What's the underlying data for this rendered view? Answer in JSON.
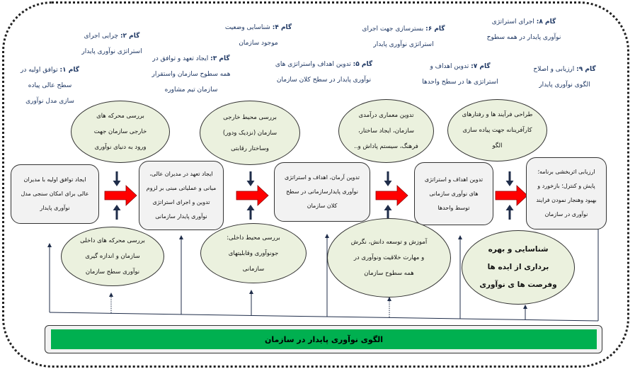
{
  "steps": [
    {
      "label": "گام ۱:",
      "text": " توافق اولیه در\nسطح عالی پیاده\nسازی مدل نوآوری"
    },
    {
      "label": "گام ۲:",
      "text": " چرایی اجرای\nاستراتژی نوآوری پایدار"
    },
    {
      "label": "گام ۳:",
      "text": " ایجاد تعهد و توافق در\nهمه سطوح سازمان واستقرار\nسازمان تیم مشاوره"
    },
    {
      "label": "گام ۴:",
      "text": " شناسایی وضعیت\nموجود سازمان"
    },
    {
      "label": "گام ۵:",
      "text": " تدوین اهداف واستراتژی های\nنوآوری پایدار در سطح کلان سازمان"
    },
    {
      "label": "گام ۶:",
      "text": " بسترسازی جهت اجرای\nاستراتژی نوآوری پایدار"
    },
    {
      "label": "گام ۷:",
      "text": " تدوین اهداف و\nاستراتژی ها در سطح واحدها"
    },
    {
      "label": "گام ۸:",
      "text": " اجرای استراتژی\nنوآوری پایدار در همه سطوح"
    },
    {
      "label": "گام ۹:",
      "text": " ارزیابی و اصلاح\nالگوی نوآوری پایدار"
    }
  ],
  "top_ellipses": [
    "بررسی محرکه های\nخارجی سازمان جهت\nورود به دنیای نوآوری",
    "بررسی محیط خارجی\nسازمان (نزدیک ودور)\nوساختار رقابتی",
    "تدوین  معماری درآمدی\nسازمان، ایجاد ساختار،\nفرهنگ، سیستم پاداش و..",
    "طراحی  فرآیند ها و رفتارهای\nکارآفرینانه جهت پیاده سازی\nالگو"
  ],
  "boxes": [
    "ایجاد توافق اولیه با مدیران\nعالی برای امکان سنجی مدل\nنوآوری پایدار",
    "ایجاد تعهد در مدیران عالی،\nمیانی و عملیاتی مبنی بر لزوم\nتدوین و اجرای استراتژی\nنوآوری پایدار سازمانی",
    "تدوین آرمان، اهداف و استراتژی\nنوآوری پایدارسازمانی در سطح\nکلان سازمان",
    "تدوین اهداف و استراتژی\nهای نوآوری سازمانی\nتوسط واحدها",
    "ارزیابی اثربخشی برنامه؛\nپایش و کنترل؛ بازخورد و\nبهبود وهنجار نمودن فرایند\nنوآوری در سازمان"
  ],
  "bottom_ellipses": [
    "بررسی محرکه های داخلی\nسازمان و اندازه گیری\nنوآوری سطح سازمان",
    "بررسی محیط داخلی:\nجونوآوری وقابلیتهای\nسازمانی",
    "آموزش و توسعه دانش، نگرش\nو مهارت خلاقیت ونوآوری در\nهمه سطوح سازمان",
    "شناسایی و بهره\nبرداری از ایده ها\nوفرصت ها ی نوآوری"
  ],
  "footer": {
    "title": "الگوی نوآوری پایدار در سازمان"
  },
  "colors": {
    "step_text": "#1f3864",
    "ellipse_fill": "#ebf1de",
    "box_fill": "#f2f2f2",
    "arrow_red": "#ff0000",
    "footer_green": "#00b050",
    "navy": "#1f2d4a"
  }
}
